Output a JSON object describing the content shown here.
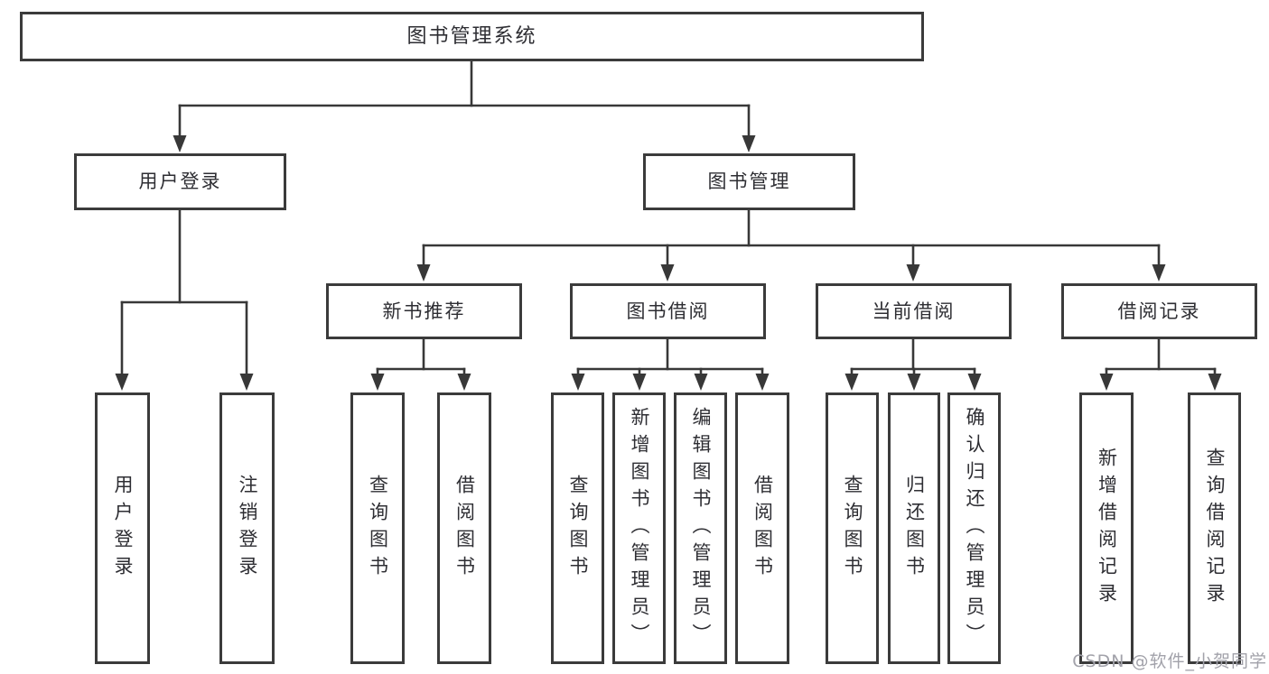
{
  "diagram_type": "hierarchy-tree",
  "nodes": {
    "root": {
      "label": "图书管理系统"
    },
    "user_login": {
      "label": "用户登录"
    },
    "book_mgmt": {
      "label": "图书管理"
    },
    "new_book_rec": {
      "label": "新书推荐"
    },
    "book_borrow": {
      "label": "图书借阅"
    },
    "current_borrow": {
      "label": "当前借阅"
    },
    "borrow_records": {
      "label": "借阅记录"
    },
    "leaf_user_login": {
      "label": "用户登录"
    },
    "leaf_logout": {
      "label": "注销登录"
    },
    "leaf_query_book_rec": {
      "label": "查询图书"
    },
    "leaf_borrow_book_rec": {
      "label": "借阅图书"
    },
    "leaf_query_book_bor": {
      "label": "查询图书"
    },
    "leaf_add_book": {
      "label": "新增图书（管理员）"
    },
    "leaf_edit_book": {
      "label": "编辑图书（管理员）"
    },
    "leaf_borrow_book_bor": {
      "label": "借阅图书"
    },
    "leaf_query_book_cur": {
      "label": "查询图书"
    },
    "leaf_return_book": {
      "label": "归还图书"
    },
    "leaf_confirm_return": {
      "label": "确认归还（管理员）"
    },
    "leaf_add_record": {
      "label": "新增借阅记录"
    },
    "leaf_query_record": {
      "label": "查询借阅记录"
    }
  },
  "edges": [
    [
      "图书管理系统",
      "用户登录"
    ],
    [
      "图书管理系统",
      "图书管理"
    ],
    [
      "用户登录",
      "用户登录"
    ],
    [
      "用户登录",
      "注销登录"
    ],
    [
      "图书管理",
      "新书推荐"
    ],
    [
      "图书管理",
      "图书借阅"
    ],
    [
      "图书管理",
      "当前借阅"
    ],
    [
      "图书管理",
      "借阅记录"
    ],
    [
      "新书推荐",
      "查询图书"
    ],
    [
      "新书推荐",
      "借阅图书"
    ],
    [
      "图书借阅",
      "查询图书"
    ],
    [
      "图书借阅",
      "新增图书（管理员）"
    ],
    [
      "图书借阅",
      "编辑图书（管理员）"
    ],
    [
      "图书借阅",
      "借阅图书"
    ],
    [
      "当前借阅",
      "查询图书"
    ],
    [
      "当前借阅",
      "归还图书"
    ],
    [
      "当前借阅",
      "确认归还（管理员）"
    ],
    [
      "借阅记录",
      "新增借阅记录"
    ],
    [
      "借阅记录",
      "查询借阅记录"
    ]
  ],
  "watermark": "CSDN @软件_小贺同学",
  "colors": {
    "line": "#383838",
    "border": "#3b3b3b",
    "text": "#2e2e33",
    "watermark": "#a2a2aa",
    "background": "#ffffff"
  }
}
